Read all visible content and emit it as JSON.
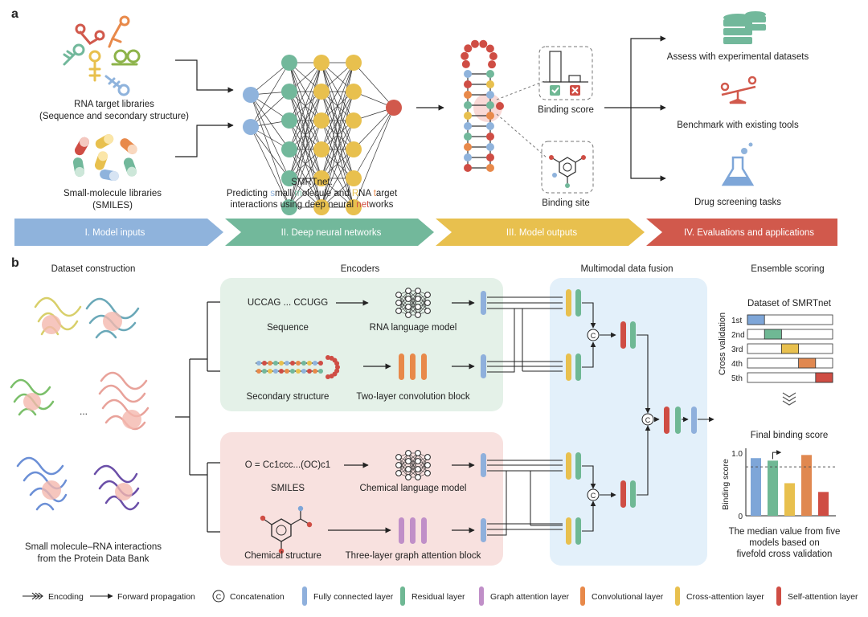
{
  "panel_a": {
    "label": "a",
    "rna_libraries": "RNA target libraries",
    "rna_libraries_sub": "(Sequence and secondary structure)",
    "small_mol_libraries": "Small-molecule libraries",
    "small_mol_libraries_sub": "(SMILES)",
    "smrtnet_title": "SMRTnet:",
    "smrtnet_line1": {
      "p1": "Predicting ",
      "s": "s",
      "p2": "mall ",
      "m": "m",
      "p3": "olecule and ",
      "R": "R",
      "p4": "NA ",
      "t": "t",
      "p5": "arget"
    },
    "smrtnet_line2": {
      "p1": "interactions using deep neural ",
      "net": "net",
      "p2": "works"
    },
    "binding_score": "Binding score",
    "binding_site": "Binding site",
    "app1": "Assess with experimental datasets",
    "app2": "Benchmark with existing tools",
    "app3": "Drug screening tasks",
    "stages": [
      {
        "label": "I. Model inputs",
        "color": "#8fb3dc"
      },
      {
        "label": "II. Deep neural networks",
        "color": "#72b89b"
      },
      {
        "label": "III. Model outputs",
        "color": "#e8c04e"
      },
      {
        "label": "IV. Evaluations and applications",
        "color": "#d1594c"
      }
    ]
  },
  "panel_b": {
    "label": "b",
    "dataset_construction": "Dataset construction",
    "ellipsis": "...",
    "pdb_caption1": "Small molecule–RNA interactions",
    "pdb_caption2": "from the Protein Data Bank",
    "encoders": "Encoders",
    "sequence_text": "UCCAG ... CCUGG",
    "sequence": "Sequence",
    "rna_lm": "RNA language model",
    "secondary_structure": "Secondary structure",
    "conv_block": "Two-layer convolution block",
    "smiles_text": "O = Cc1ccc...(OC)c1",
    "smiles": "SMILES",
    "chem_lm": "Chemical language model",
    "chem_structure": "Chemical structure",
    "gat_block": "Three-layer graph attention block",
    "fusion": "Multimodal data fusion",
    "concat_symbol": "C",
    "ensemble": "Ensemble scoring",
    "dataset_smrtnet": "Dataset of SMRTnet",
    "cross_validation": "Cross validation",
    "folds": [
      {
        "label": "1st",
        "pos": 0.0,
        "color": "#7ea6d8"
      },
      {
        "label": "2nd",
        "pos": 0.2,
        "color": "#6fb894"
      },
      {
        "label": "3rd",
        "pos": 0.4,
        "color": "#e8c04e"
      },
      {
        "label": "4th",
        "pos": 0.6,
        "color": "#e08850"
      },
      {
        "label": "5th",
        "pos": 0.8,
        "color": "#cf4d44"
      }
    ],
    "final_binding_score": "Final binding score",
    "final_caption1": "The median value from five",
    "final_caption2": "models based on",
    "final_caption3": "fivefold cross validation"
  },
  "chart_data": {
    "type": "bar",
    "ylabel": "Binding score",
    "ylim": [
      0,
      1.0
    ],
    "yticks": [
      "0",
      "1.0"
    ],
    "values": [
      0.92,
      0.88,
      0.52,
      0.97,
      0.38
    ],
    "colors": [
      "#7ea6d8",
      "#6fb894",
      "#e8c04e",
      "#e08850",
      "#cf4d44"
    ],
    "median": 0.78
  },
  "legend": {
    "encoding": "Encoding",
    "forward": "Forward propagation",
    "concatenation": "Concatenation",
    "items": [
      {
        "label": "Fully connected layer",
        "color": "#8fb0dc"
      },
      {
        "label": "Residual layer",
        "color": "#6fb894"
      },
      {
        "label": "Graph attention layer",
        "color": "#c08fc8"
      },
      {
        "label": "Convolutional layer",
        "color": "#e8894a"
      },
      {
        "label": "Cross-attention layer",
        "color": "#e8c04e"
      },
      {
        "label": "Self-attention layer",
        "color": "#cf4d44"
      }
    ]
  }
}
